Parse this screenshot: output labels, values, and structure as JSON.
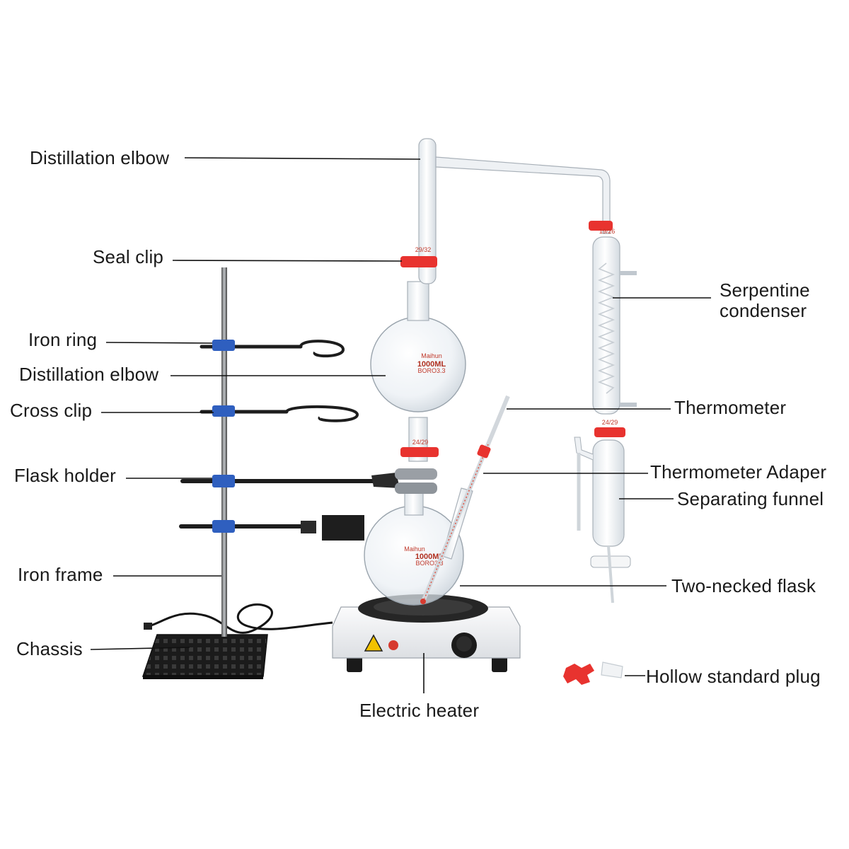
{
  "labels": {
    "distillation_elbow_top": "Distillation elbow",
    "seal_clip": "Seal clip",
    "iron_ring": "Iron ring",
    "distillation_elbow_mid": "Distillation elbow",
    "cross_clip": "Cross clip",
    "flask_holder": "Flask holder",
    "iron_frame": "Iron frame",
    "chassis": "Chassis",
    "serpentine_condenser": "Serpentine condenser",
    "thermometer": "Thermometer",
    "thermometer_adapter": "Thermometer Adaper",
    "separating_funnel": "Separating funnel",
    "two_necked_flask": "Two-necked flask",
    "hollow_standard_plug": "Hollow standard plug",
    "electric_heater": "Electric heater"
  },
  "flask_markings": {
    "upper_brand": "Maihun",
    "upper_volume": "1000ML",
    "upper_glass": "BORO3.3",
    "lower_brand": "Maihun",
    "lower_volume": "1000ML",
    "lower_glass": "BORO3.3"
  },
  "joint_markings": {
    "top_joint": "29/32",
    "mid_joint": "24/29",
    "condenser_top_joint": "19/26",
    "funnel_joint": "24/29"
  },
  "colors": {
    "clip_red": "#e8332f",
    "clip_blue": "#2f5fbf",
    "rod_black": "#1d1d1d",
    "heater_white": "#f2f3f5"
  }
}
